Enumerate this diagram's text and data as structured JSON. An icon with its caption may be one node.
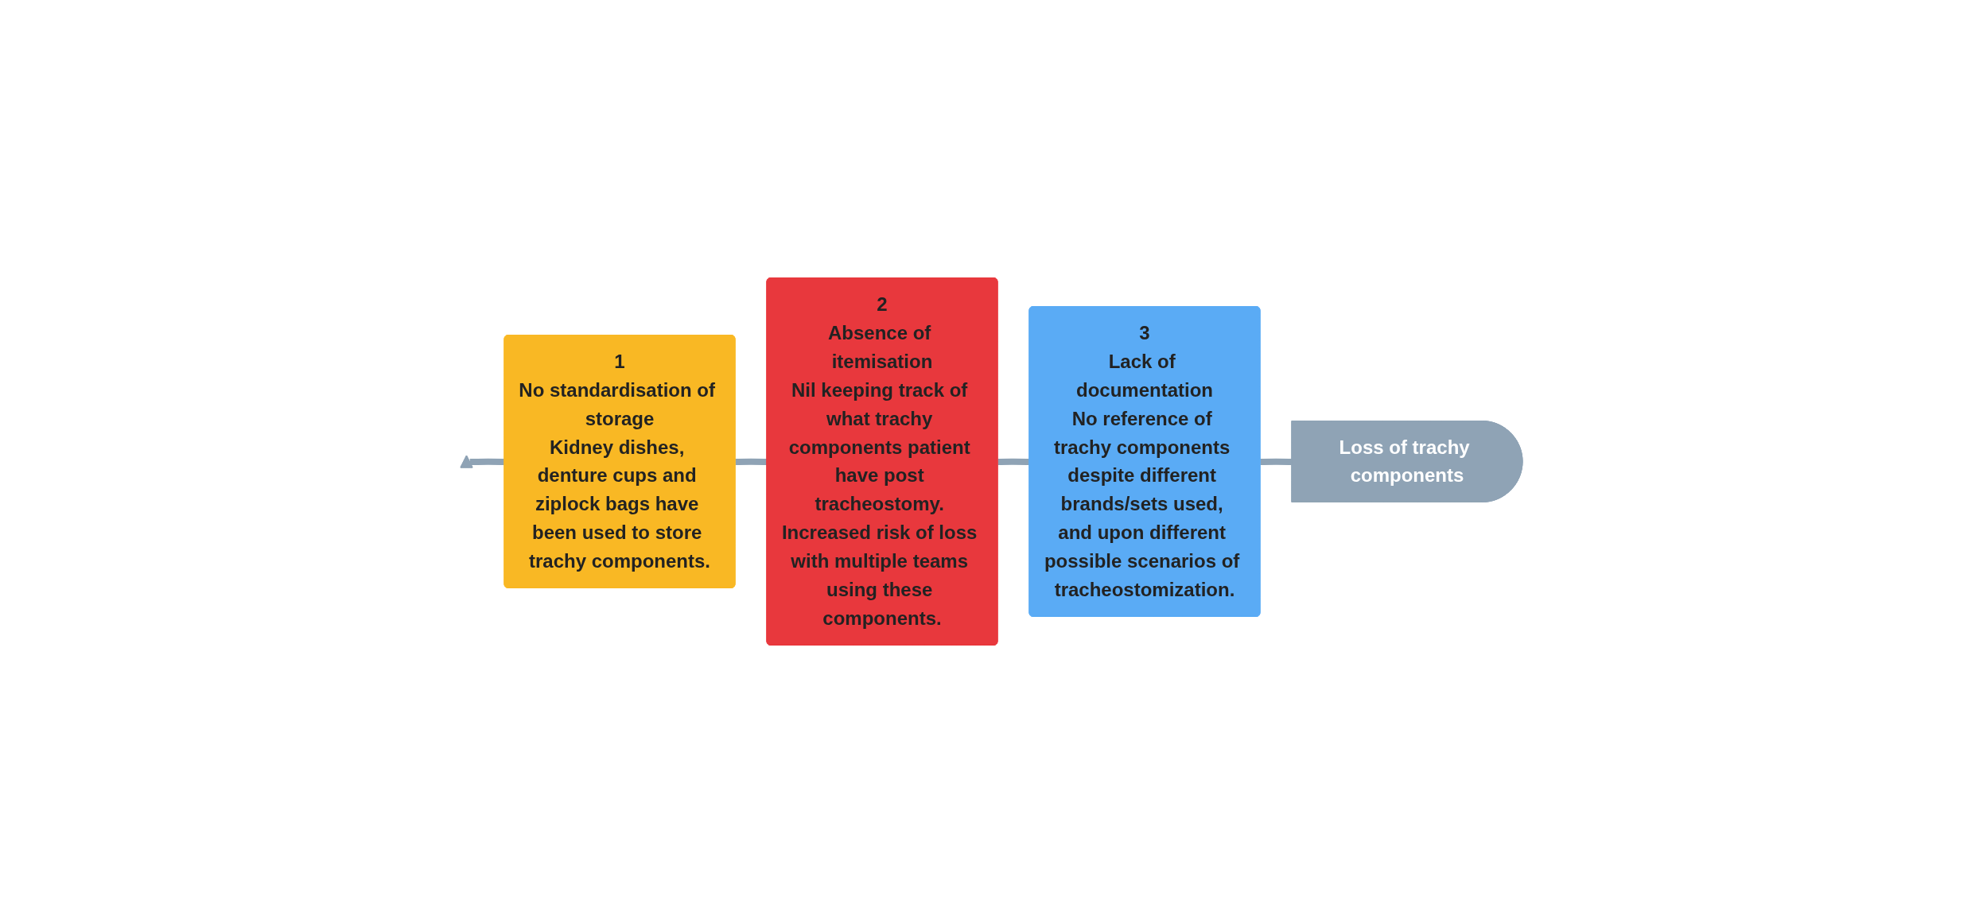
{
  "diagram": {
    "nodes": [
      {
        "text": [],
        "shape": "tail"
      },
      {
        "text": [
          "1",
          "No standardisation of storage",
          "Kidney dishes, denture cups and ziplock bags have been used to store trachy components."
        ]
      },
      {
        "text": [
          "2",
          "Absence of itemisation",
          "Nil keeping track of what trachy components patient have post tracheostomy. Increased risk of loss with multiple teams using these components."
        ]
      },
      {
        "text": [
          "3",
          "Lack of documentation",
          "No reference of trachy components despite different brands/sets used, and upon different possible scenarios of tracheostomization."
        ]
      },
      {
        "text": [
          "Loss of trachy components"
        ]
      }
    ],
    "edges": [
      {
        "from": 0,
        "to": 1,
        "arrow": "none"
      },
      {
        "from": 1,
        "to": 2,
        "arrow": "none"
      },
      {
        "from": 2,
        "to": 3,
        "arrow": "none"
      },
      {
        "from": 3,
        "to": 4,
        "arrow": "none"
      }
    ]
  }
}
